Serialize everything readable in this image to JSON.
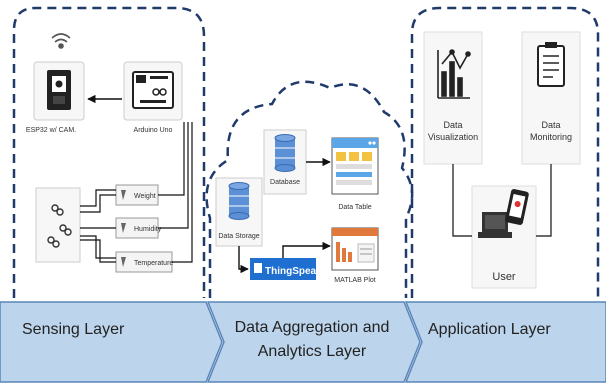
{
  "sensing": {
    "esp_label": "ESP32 w/ CAM.",
    "arduino_label": "Arduino Uno",
    "sensors": [
      "Weight",
      "Humidity",
      "Temperature"
    ],
    "banner": "Sensing Layer"
  },
  "aggregation": {
    "database_label": "Database",
    "data_table_label": "Data Table",
    "data_storage_label": "Data Storage",
    "thingspeak_label": "ThingSpeak",
    "matlab_label": "MATLAB Plot",
    "banner_line1": "Data Aggregation and",
    "banner_line2": "Analytics Layer"
  },
  "application": {
    "viz_line1": "Data",
    "viz_line2": "Visualization",
    "mon_line1": "Data",
    "mon_line2": "Monitoring",
    "user_label": "User",
    "banner": "Application Layer"
  },
  "colors": {
    "panel_border": "#1f3a6b",
    "banner_fill": "#bcd4ec",
    "banner_stroke": "#5a86b8",
    "db_blue": "#5b8fd6",
    "table_header": "#5aa6e6",
    "table_cell": "#f4c242",
    "thingspeak_blue": "#1e6fd0"
  }
}
